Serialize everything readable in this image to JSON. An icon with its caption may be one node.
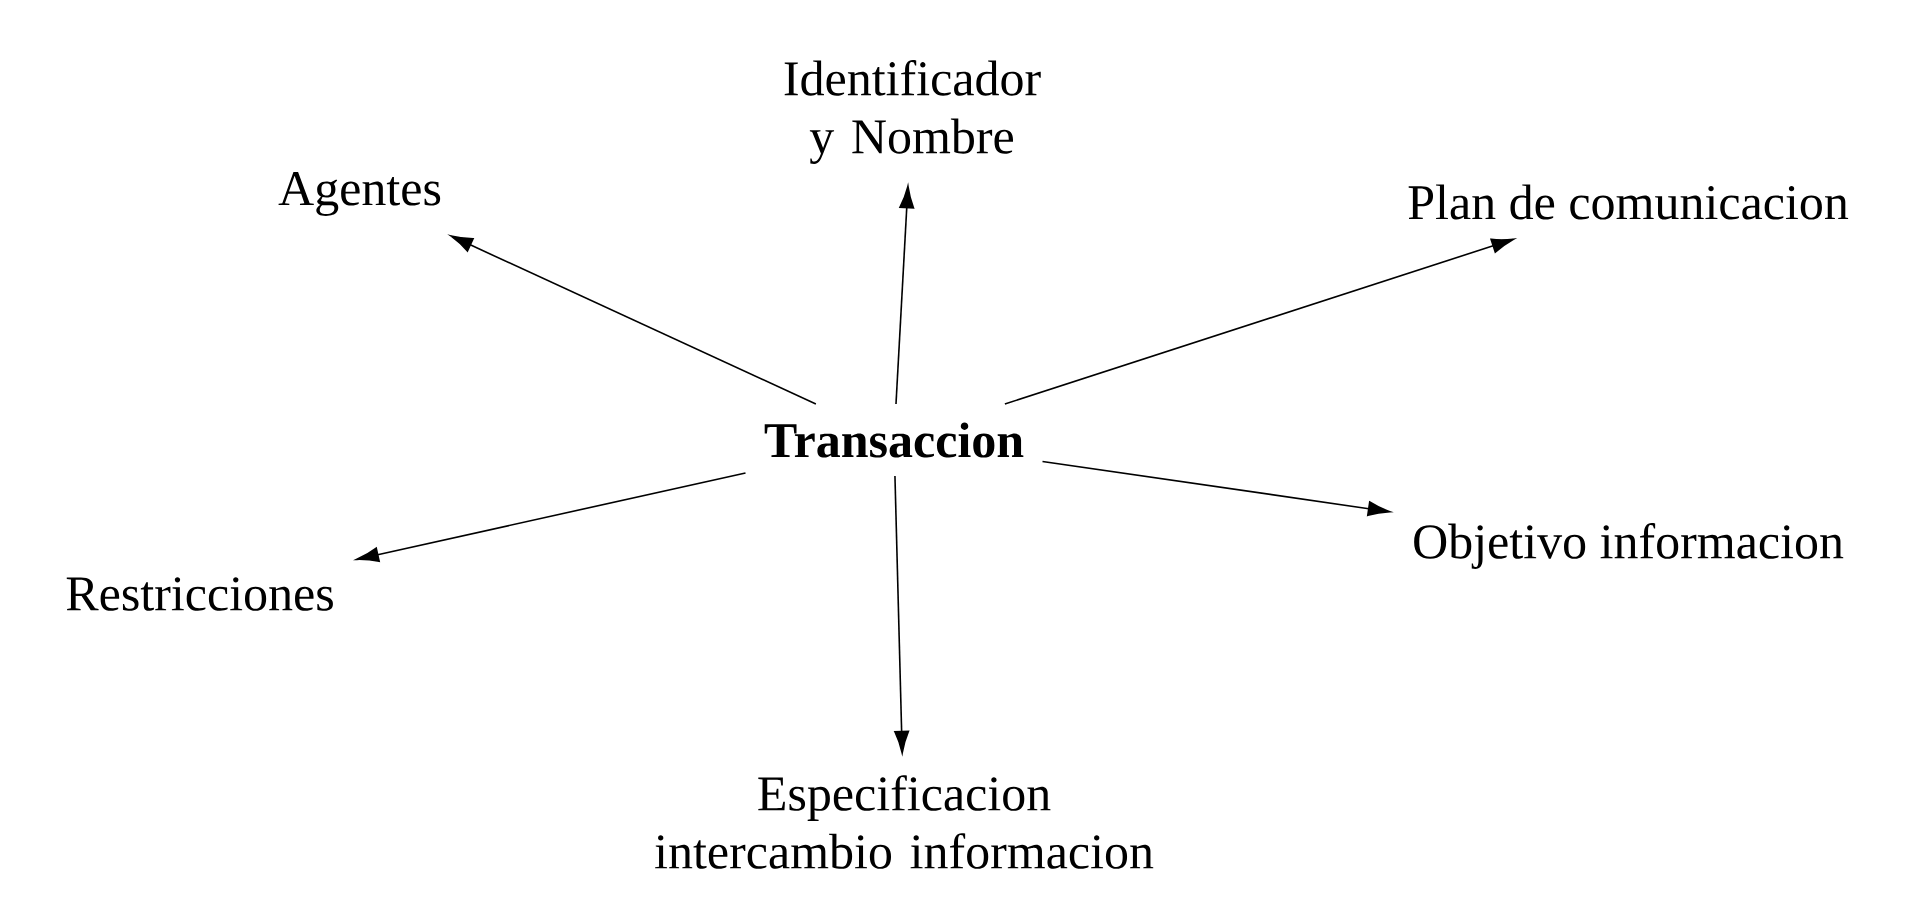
{
  "diagram": {
    "nodes": [
      {
        "text": [
          "Transaccion"
        ]
      },
      {
        "text": [
          "Agentes"
        ]
      },
      {
        "text": [
          "Identificador y Nombre"
        ]
      },
      {
        "text": [
          "Plan de comunicacion"
        ]
      },
      {
        "text": [
          "Objetivo informacion"
        ]
      },
      {
        "text": [
          "Restricciones"
        ]
      },
      {
        "text": [
          "Especificacion intercambio informacion"
        ]
      }
    ],
    "edges": [
      {
        "from": 0,
        "to": 1,
        "arrow": "to"
      },
      {
        "from": 0,
        "to": 2,
        "arrow": "to"
      },
      {
        "from": 0,
        "to": 3,
        "arrow": "to"
      },
      {
        "from": 0,
        "to": 4,
        "arrow": "to"
      },
      {
        "from": 0,
        "to": 5,
        "arrow": "to"
      },
      {
        "from": 0,
        "to": 6,
        "arrow": "to"
      }
    ]
  }
}
